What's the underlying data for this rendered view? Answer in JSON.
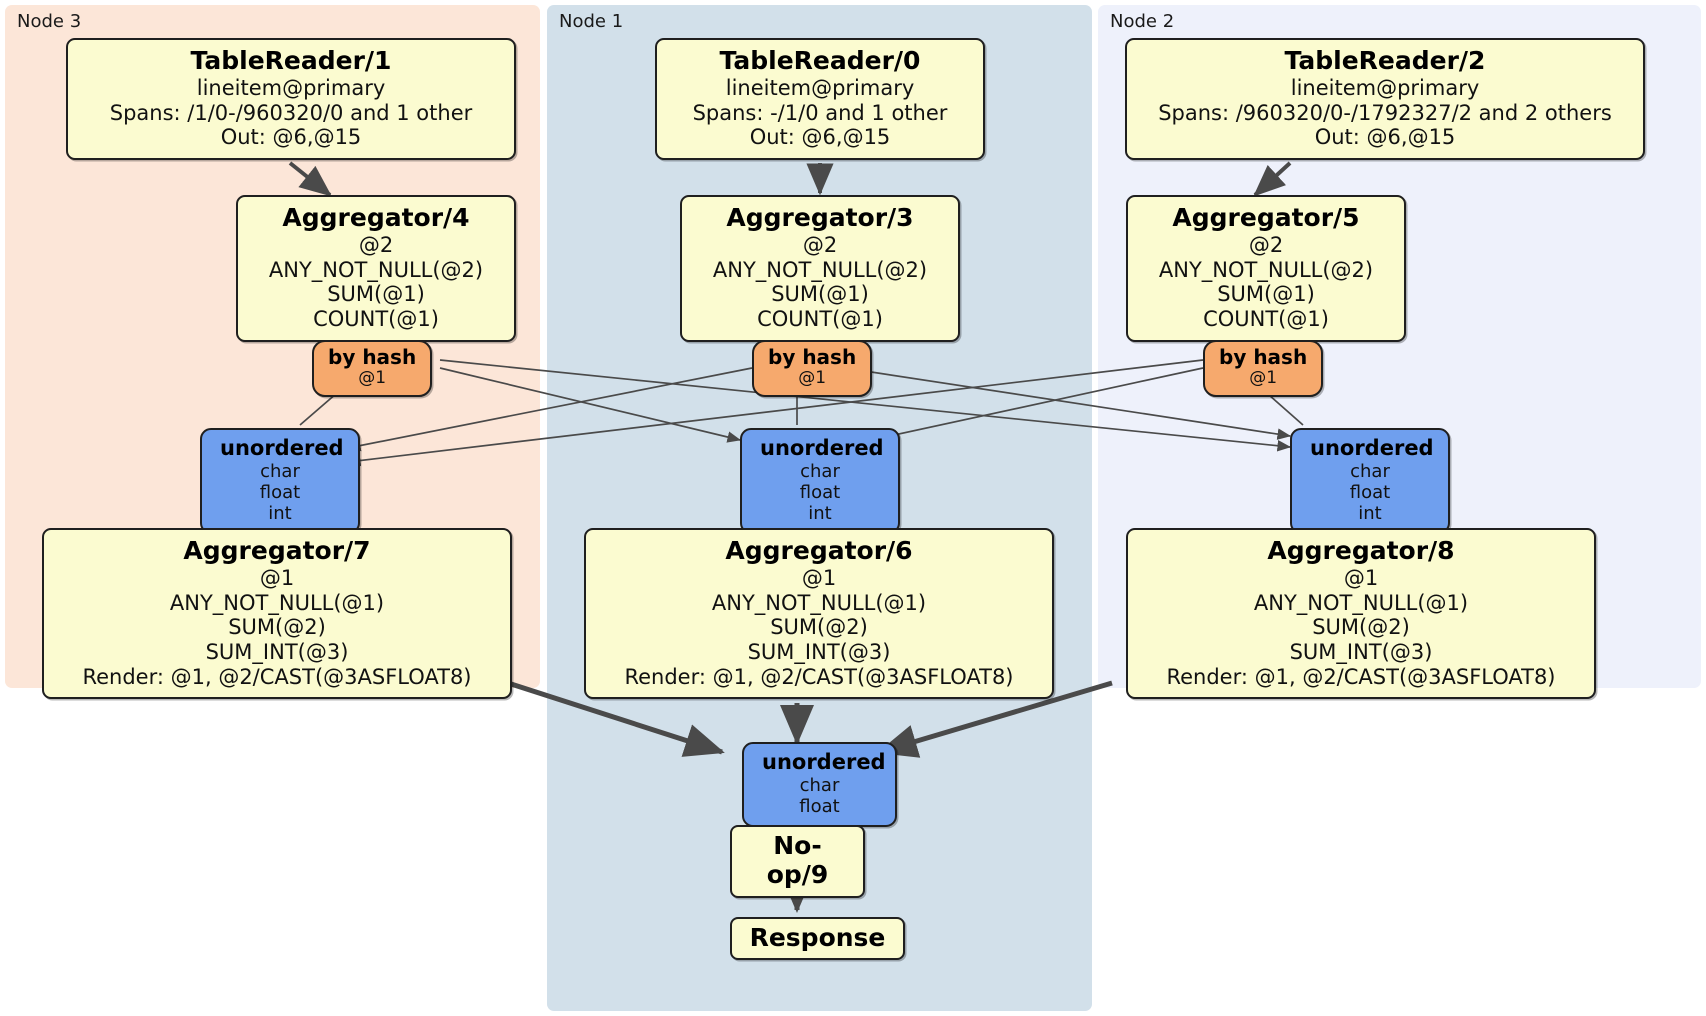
{
  "diagram": {
    "title": "Distributed query plan",
    "panels": [
      {
        "id": "node3",
        "label": "Node 3",
        "color": "#fce6d8"
      },
      {
        "id": "node1",
        "label": "Node 1",
        "color": "#d2e0ea"
      },
      {
        "id": "node2",
        "label": "Node 2",
        "color": "#eef1fb"
      }
    ],
    "colors": {
      "processor": "#fbfbd0",
      "router": "#f6a96d",
      "receiver": "#6f9fee",
      "border": "#1f1f1f",
      "edge": "#4a4a4a"
    },
    "nodes": {
      "tablereader_1": {
        "title": "TableReader/1",
        "lines": [
          "lineitem@primary",
          "Spans: /1/0-/960320/0 and 1 other",
          "Out: @6,@15"
        ]
      },
      "tablereader_0": {
        "title": "TableReader/0",
        "lines": [
          "lineitem@primary",
          "Spans: -/1/0 and 1 other",
          "Out: @6,@15"
        ]
      },
      "tablereader_2": {
        "title": "TableReader/2",
        "lines": [
          "lineitem@primary",
          "Spans: /960320/0-/1792327/2 and 2 others",
          "Out: @6,@15"
        ]
      },
      "aggregator_4": {
        "title": "Aggregator/4",
        "lines": [
          "@2",
          "ANY_NOT_NULL(@2)",
          "SUM(@1)",
          "COUNT(@1)"
        ]
      },
      "aggregator_3": {
        "title": "Aggregator/3",
        "lines": [
          "@2",
          "ANY_NOT_NULL(@2)",
          "SUM(@1)",
          "COUNT(@1)"
        ]
      },
      "aggregator_5": {
        "title": "Aggregator/5",
        "lines": [
          "@2",
          "ANY_NOT_NULL(@2)",
          "SUM(@1)",
          "COUNT(@1)"
        ]
      },
      "router_left": {
        "title": "by hash",
        "lines": [
          "@1"
        ]
      },
      "router_center": {
        "title": "by hash",
        "lines": [
          "@1"
        ]
      },
      "router_right": {
        "title": "by hash",
        "lines": [
          "@1"
        ]
      },
      "receiver_left": {
        "title": "unordered",
        "lines": [
          "char",
          "float",
          "int"
        ]
      },
      "receiver_center": {
        "title": "unordered",
        "lines": [
          "char",
          "float",
          "int"
        ]
      },
      "receiver_right": {
        "title": "unordered",
        "lines": [
          "char",
          "float",
          "int"
        ]
      },
      "aggregator_7": {
        "title": "Aggregator/7",
        "lines": [
          "@1",
          "ANY_NOT_NULL(@1)",
          "SUM(@2)",
          "SUM_INT(@3)",
          "Render: @1, @2/CAST(@3ASFLOAT8)"
        ]
      },
      "aggregator_6": {
        "title": "Aggregator/6",
        "lines": [
          "@1",
          "ANY_NOT_NULL(@1)",
          "SUM(@2)",
          "SUM_INT(@3)",
          "Render: @1, @2/CAST(@3ASFLOAT8)"
        ]
      },
      "aggregator_8": {
        "title": "Aggregator/8",
        "lines": [
          "@1",
          "ANY_NOT_NULL(@1)",
          "SUM(@2)",
          "SUM_INT(@3)",
          "Render: @1, @2/CAST(@3ASFLOAT8)"
        ]
      },
      "receiver_final": {
        "title": "unordered",
        "lines": [
          "char",
          "float"
        ]
      },
      "noop_9": {
        "title": "No-op/9"
      },
      "response": {
        "title": "Response"
      }
    }
  }
}
